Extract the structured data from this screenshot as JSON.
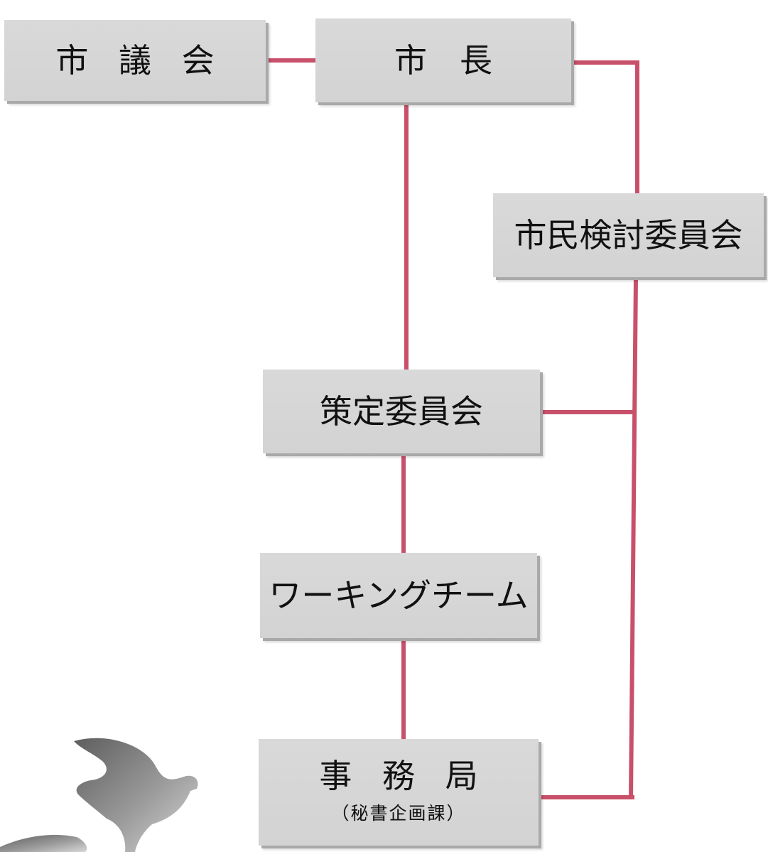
{
  "nodes": {
    "city_council": {
      "label": "市 議 会"
    },
    "mayor": {
      "label": "市　長"
    },
    "citizen_committee": {
      "label": "市民検討委員会"
    },
    "planning_committee": {
      "label": "策定委員会"
    },
    "working_team": {
      "label": "ワーキングチーム"
    },
    "secretariat": {
      "label": "事 務 局",
      "sub": "（秘書企画課）"
    }
  },
  "colors": {
    "connector": "#c8506a",
    "box": "#d6d6d6",
    "bird": "#8a8a8a"
  },
  "icons": [
    "dove-icon"
  ]
}
